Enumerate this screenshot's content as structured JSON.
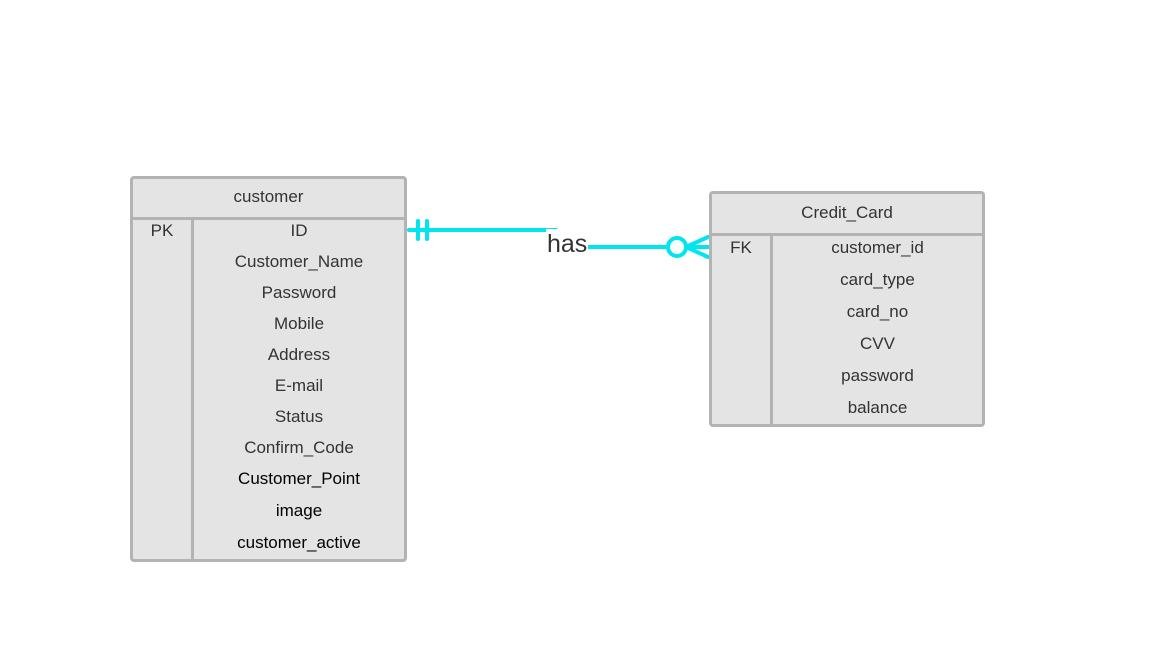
{
  "entities": [
    {
      "id": "customer",
      "title": "customer",
      "key": "PK",
      "fields": [
        "ID",
        "Customer_Name",
        "Password",
        "Mobile",
        "Address",
        "E-mail",
        "Status",
        "Confirm_Code",
        "Customer_Point",
        "image",
        "customer_active"
      ]
    },
    {
      "id": "credit_card",
      "title": "Credit_Card",
      "key": "FK",
      "fields": [
        "customer_id",
        "card_type",
        "card_no",
        "CVV",
        "password",
        "balance"
      ]
    }
  ],
  "relationship": {
    "label": "has",
    "from": "customer",
    "to": "Credit_Card",
    "from_cardinality": "one-and-only-one",
    "to_cardinality": "zero-or-many",
    "color": "#00e5ee"
  },
  "colors": {
    "entity_fill": "#e4e4e4",
    "entity_border": "#b3b3b3",
    "text": "#333333"
  }
}
